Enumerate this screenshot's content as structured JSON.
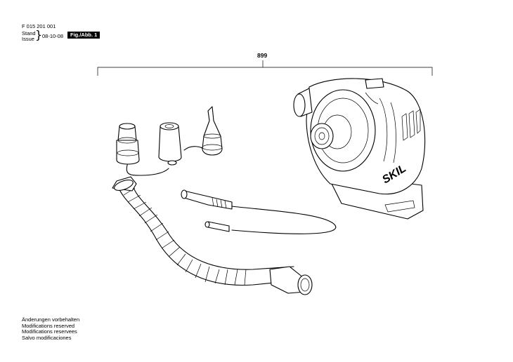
{
  "header": {
    "doc_number": "F 015 201 001",
    "stand_label": "Stand",
    "issue_label": "Issue",
    "issue_date": "08-10-08",
    "fig_label": "Fig./Abb. 1"
  },
  "diagram": {
    "part_number": "899",
    "brand_logo": "SKIL"
  },
  "footer": {
    "notes": [
      "Änderungen vorbehalten",
      "Modifications reserved",
      "Modifications reservees",
      "Salvo modificaciones"
    ]
  },
  "colors": {
    "ink": "#000000",
    "paper": "#ffffff"
  }
}
